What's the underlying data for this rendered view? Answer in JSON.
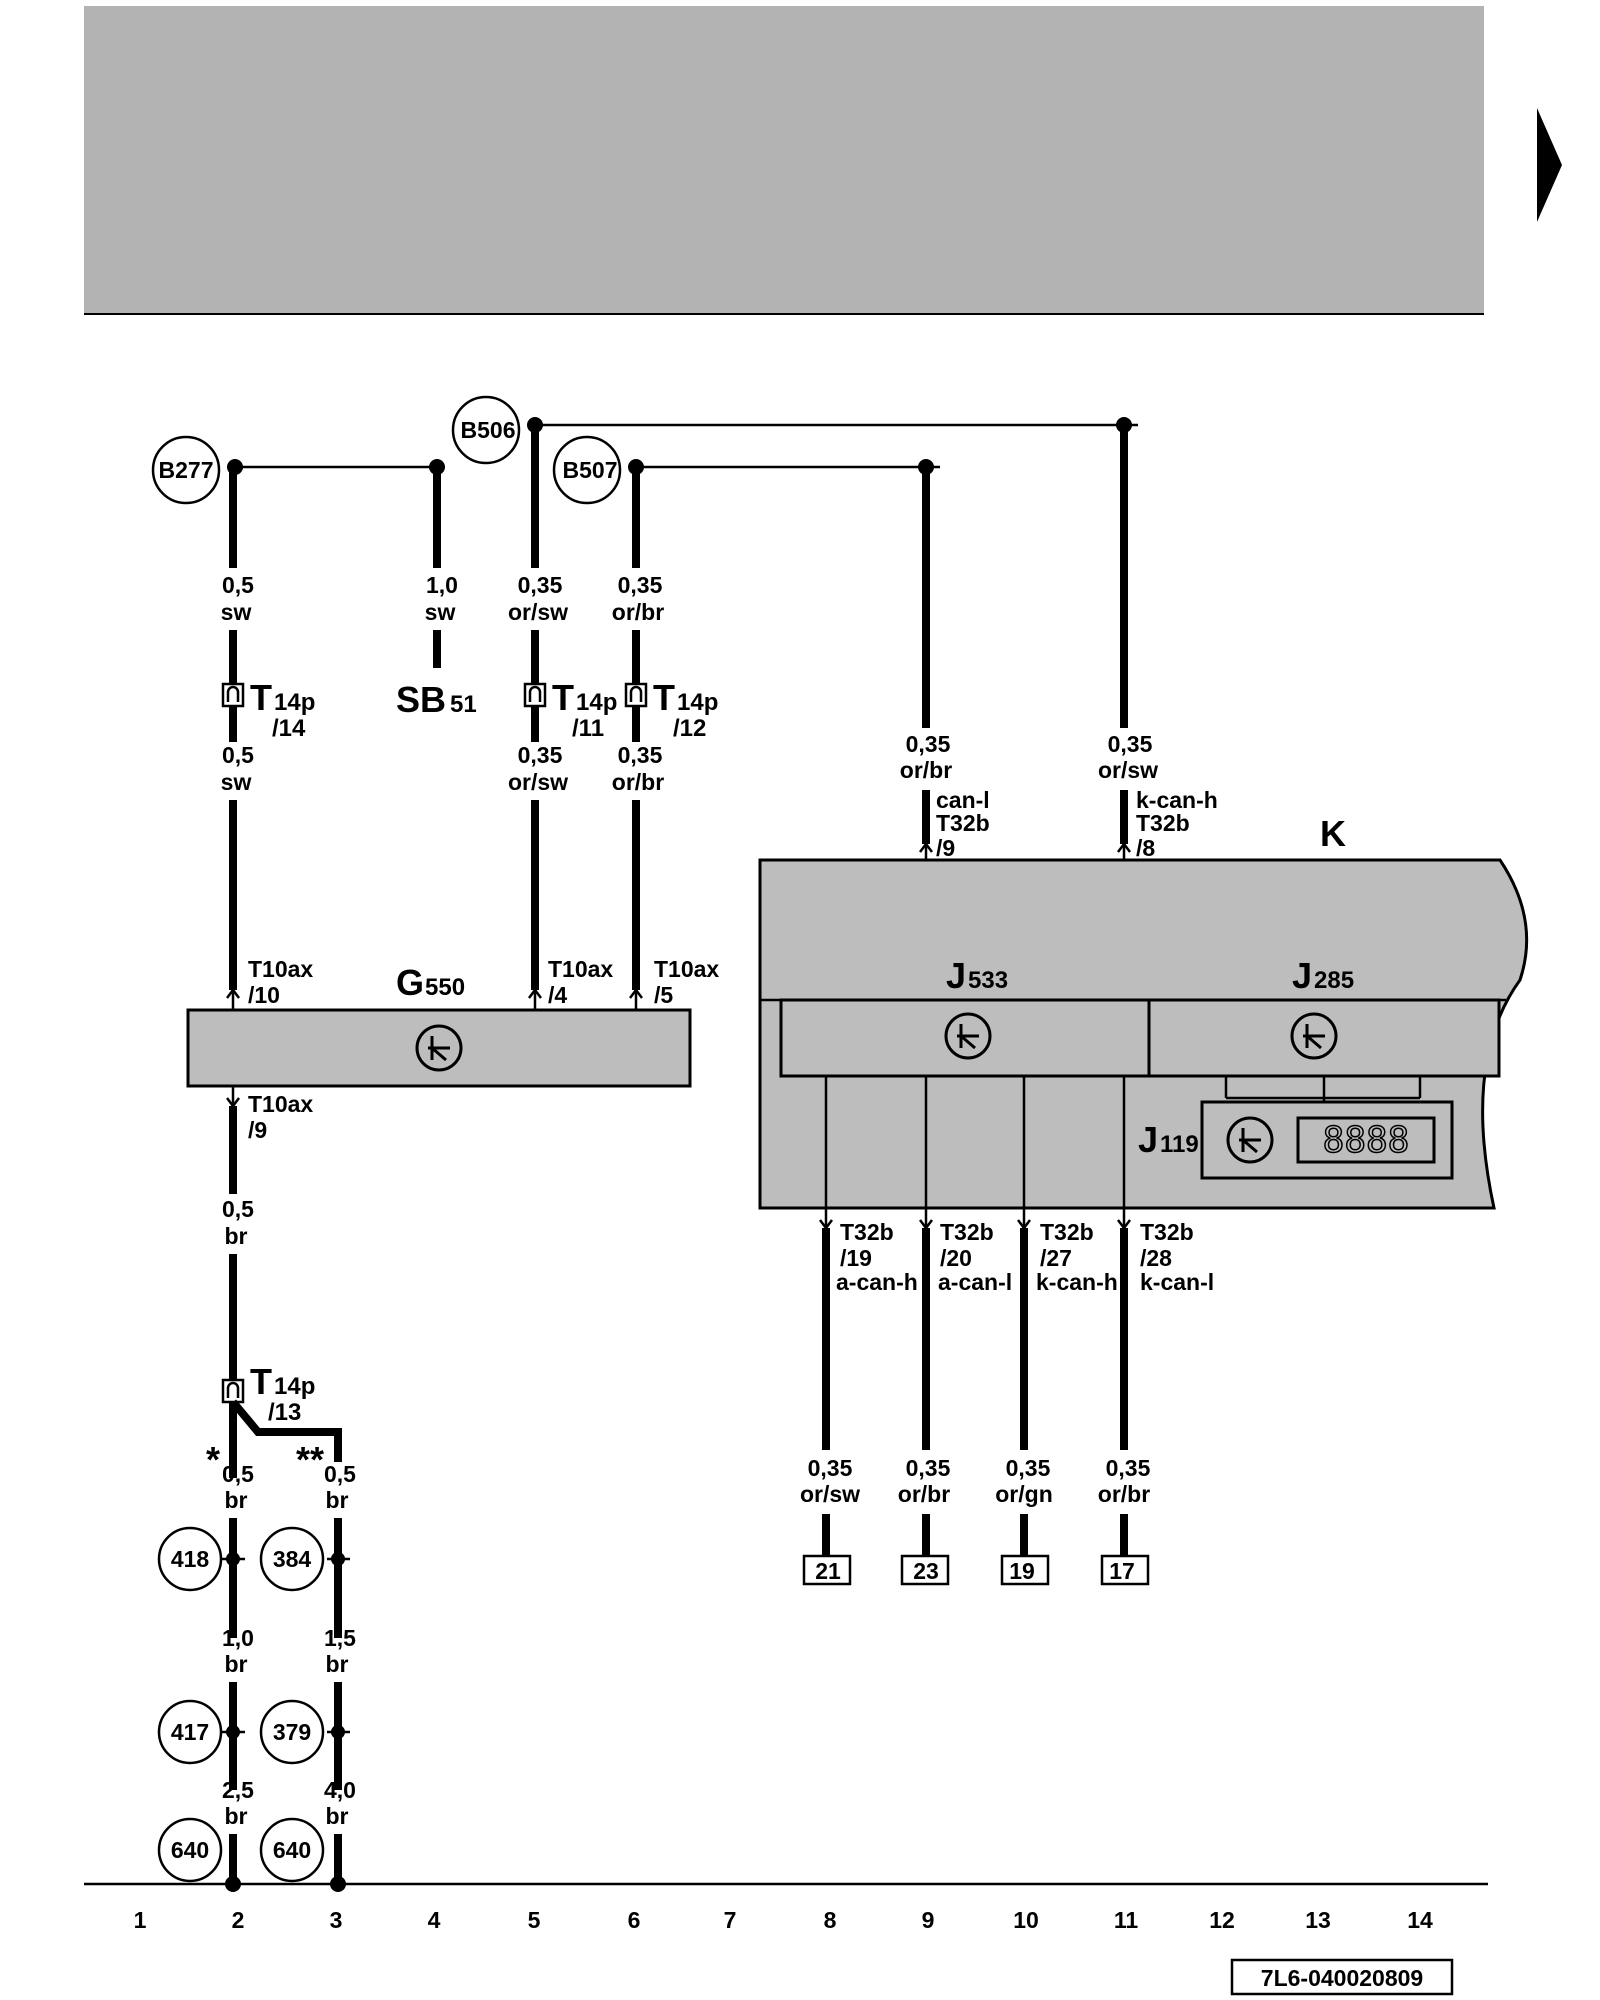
{
  "ref_code": "7L6-040020809",
  "grid_numbers": [
    "1",
    "2",
    "3",
    "4",
    "5",
    "6",
    "7",
    "8",
    "9",
    "10",
    "11",
    "12",
    "13",
    "14"
  ],
  "circles": {
    "b277": "B277",
    "b506": "B506",
    "b507": "B507",
    "c418": "418",
    "c384": "384",
    "c417": "417",
    "c379": "379",
    "c640a": "640",
    "c640b": "640"
  },
  "wires": {
    "w2_top": [
      "0,5",
      "sw"
    ],
    "w2_mid": [
      "0,5",
      "sw"
    ],
    "w4": [
      "1,0",
      "sw"
    ],
    "w5_top": [
      "0,35",
      "or/sw"
    ],
    "w5_mid": [
      "0,35",
      "or/sw"
    ],
    "w6_top": [
      "0,35",
      "or/br"
    ],
    "w6_mid": [
      "0,35",
      "or/br"
    ],
    "w9_in": [
      "0,35",
      "or/br"
    ],
    "w11_in": [
      "0,35",
      "or/sw"
    ],
    "w2_low": [
      "0,5",
      "br"
    ],
    "w2_s": [
      "0,5",
      "br"
    ],
    "w3_s": [
      "0,5",
      "br"
    ],
    "w2_a": [
      "1,0",
      "br"
    ],
    "w3_a": [
      "1,5",
      "br"
    ],
    "w2_b": [
      "2,5",
      "br"
    ],
    "w3_b": [
      "4,0",
      "br"
    ],
    "w8_out": [
      "0,35",
      "or/sw"
    ],
    "w9_out": [
      "0,35",
      "or/br"
    ],
    "w10_out": [
      "0,35",
      "or/gn"
    ],
    "w11_out": [
      "0,35",
      "or/br"
    ]
  },
  "connectors": {
    "t14p_14": [
      "T",
      "14p",
      "/14"
    ],
    "t14p_11": [
      "T",
      "14p",
      "/11"
    ],
    "t14p_12": [
      "T",
      "14p",
      "/12"
    ],
    "t14p_13": [
      "T",
      "14p",
      "/13"
    ],
    "sb51": [
      "SB",
      "51"
    ],
    "t10ax_10": [
      "T10ax",
      "/10"
    ],
    "t10ax_4": [
      "T10ax",
      "/4"
    ],
    "t10ax_5": [
      "T10ax",
      "/5"
    ],
    "t10ax_9": [
      "T10ax",
      "/9"
    ],
    "t32b_9": [
      "can-l",
      "T32b",
      "/9"
    ],
    "t32b_8": [
      "k-can-h",
      "T32b",
      "/8"
    ],
    "t32b_19": [
      "T32b",
      "/19",
      "a-can-h"
    ],
    "t32b_20": [
      "T32b",
      "/20",
      "a-can-l"
    ],
    "t32b_27": [
      "T32b",
      "/27",
      "k-can-h"
    ],
    "t32b_28": [
      "T32b",
      "/28",
      "k-can-l"
    ]
  },
  "components": {
    "g550": [
      "G",
      "550"
    ],
    "k": "K",
    "j533": [
      "J",
      "533"
    ],
    "j285": [
      "J",
      "285"
    ],
    "j119": [
      "J",
      "119"
    ],
    "display": "8888"
  },
  "markers": {
    "star1": "*",
    "star2": "**"
  },
  "refs_boxes": [
    "21",
    "23",
    "19",
    "17"
  ]
}
